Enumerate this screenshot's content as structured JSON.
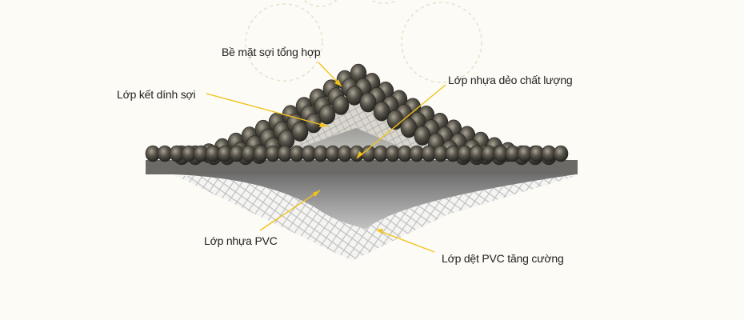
{
  "labels": {
    "surface_fiber": "Bề mặt sợi tổng hợp",
    "fiber_bond": "Lớp kết dính sợi",
    "flexible_resin": "Lớp nhựa dẻo chất lượng",
    "pvc_layer": "Lớp nhựa PVC",
    "pvc_mesh": "Lớp dệt PVC tăng cường"
  },
  "colors": {
    "background": "#fcfbf6",
    "leader": "#f2c21a",
    "deco_circle": "#e6e2c8",
    "pvc_sheet": "#8f8f8f",
    "mesh": "#cfcfcf",
    "fiber_dark": "#3b3a36"
  }
}
